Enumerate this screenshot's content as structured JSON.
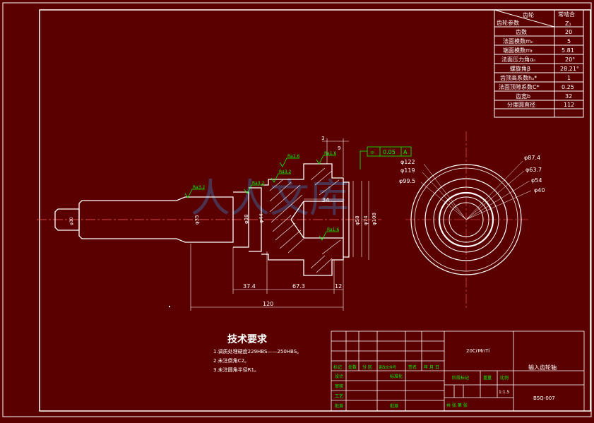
{
  "gear_table": {
    "header_top": "齿轮",
    "header_bottom": "齿轮参数",
    "header_right": "常啮合",
    "rows": [
      {
        "label": "Z₁",
        "value": "Z₁"
      },
      {
        "label": "齿数",
        "value": "20"
      },
      {
        "label": "法面模数mₙ",
        "value": "5"
      },
      {
        "label": "端面模数mₜ",
        "value": "5.81"
      },
      {
        "label": "法面压力角αₙ",
        "value": "20°"
      },
      {
        "label": "螺旋角β",
        "value": "28.21°"
      },
      {
        "label": "齿顶高系数hₐ*",
        "value": "1"
      },
      {
        "label": "法面顶隙系数C*",
        "value": "0.25"
      },
      {
        "label": "齿宽b",
        "value": "32"
      },
      {
        "label": "分度圆直径",
        "value": "112"
      }
    ]
  },
  "tolerance_frame": {
    "symbol": "⌯",
    "value": "0.05",
    "datum": "A"
  },
  "dimensions": {
    "d_left_end": "φ30",
    "d_shaft1": "φ35",
    "d_shaft2": "φ38",
    "d_shaft3": "φ44",
    "len_34": "34",
    "len_3": "3",
    "len_9": "9",
    "d_inner1": "φ58",
    "d_inner2": "φ74",
    "d_inner3": "φ108",
    "len_37_4": "37.4",
    "len_67_3": "67.3",
    "len_12": "12",
    "len_total": "120",
    "circles": [
      "φ122",
      "φ119",
      "φ99.5",
      "φ87.4",
      "φ63.7",
      "φ54",
      "φ40"
    ],
    "roughness": [
      "Ra3.2",
      "Ra3.2",
      "Ra1.6",
      "Ra1.6",
      "Ra3.2",
      "Ra1.6"
    ]
  },
  "tech_requirements": {
    "title": "技术要求",
    "items": [
      "1.调质处理硬度229HBS——250HBS。",
      "2.未注倒角C2。",
      "3.未注圆角半径R1。"
    ]
  },
  "title_block": {
    "material": "20CrMnTi",
    "part_name": "输入齿轮轴",
    "drawing_no": "BSQ-007",
    "scale": "1:1.5",
    "labels": {
      "mark": "标记",
      "count": "处数",
      "zone": "分 区",
      "change_doc": "更改文件号",
      "sign": "签名",
      "date": "年 月 日",
      "design": "设计",
      "standardize": "标准化",
      "review": "审核",
      "craft": "工艺",
      "approve": "批准",
      "stage_mark": "阶段标记",
      "weight": "重量",
      "scale_label": "比例",
      "sheets": "共 张 第 张"
    }
  },
  "watermark": "人人文库"
}
